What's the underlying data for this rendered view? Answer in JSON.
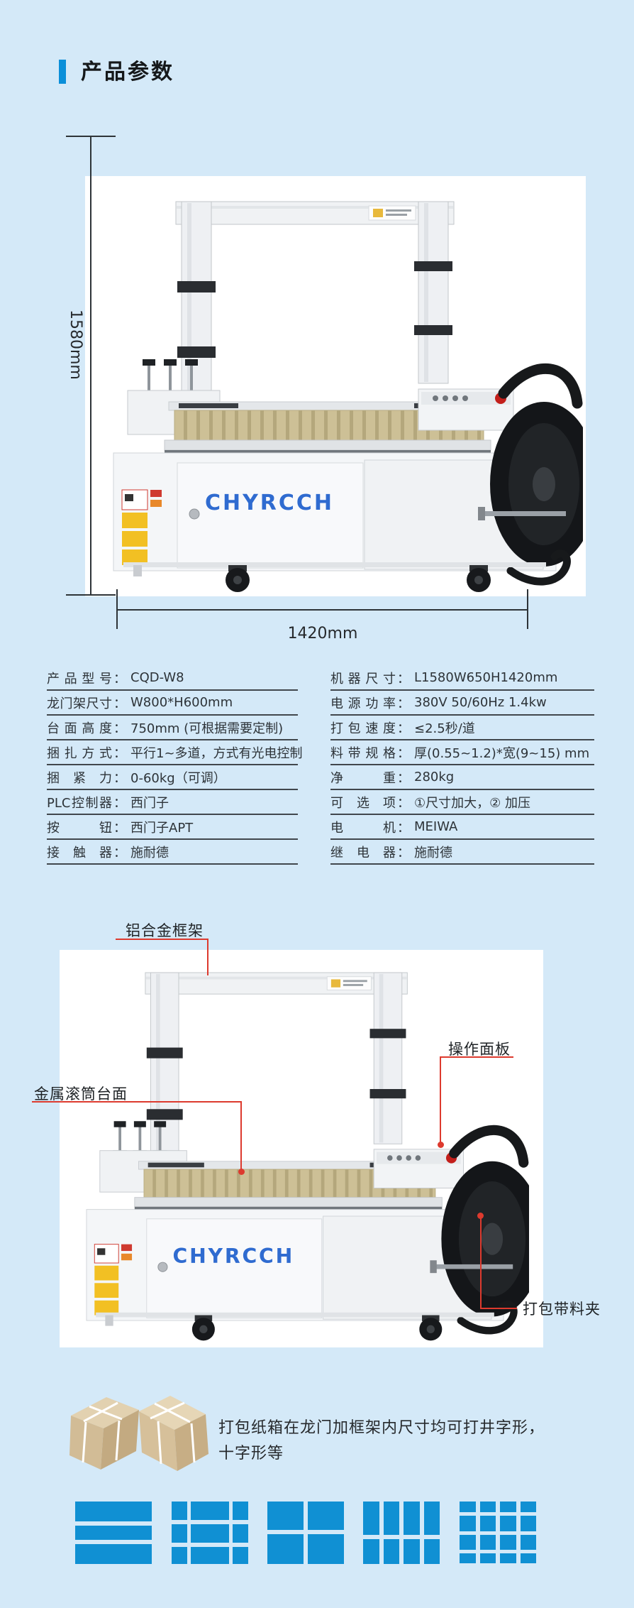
{
  "header": {
    "title": "产品参数",
    "accent_color": "#0a8fd9"
  },
  "brand": {
    "logo": "CHYRCCH",
    "logo_color": "#2f6bd0"
  },
  "dims": {
    "height": "1580mm",
    "width": "1420mm"
  },
  "spec_table": {
    "separator": "：",
    "left": [
      {
        "label": "产品型号",
        "value": "CQD-W8"
      },
      {
        "label": "龙门架尺寸",
        "value": "W800*H600mm"
      },
      {
        "label": "台面高度",
        "value": "750mm (可根据需要定制)"
      },
      {
        "label": "捆扎方式",
        "value": "平行1~多道，方式有光电控制"
      },
      {
        "label": "捆紧力",
        "value": "0-60kg（可调）"
      },
      {
        "label": "PLC控制器",
        "value": "西门子"
      },
      {
        "label": "按钮",
        "value": "西门子APT"
      },
      {
        "label": "接触器",
        "value": "施耐德"
      }
    ],
    "right": [
      {
        "label": "机器尺寸",
        "value": "L1580W650H1420mm"
      },
      {
        "label": "电源功率",
        "value": "380V 50/60Hz 1.4kw"
      },
      {
        "label": "打包速度",
        "value": "≤2.5秒/道"
      },
      {
        "label": "料带规格",
        "value": "厚(0.55~1.2)*宽(9~15) mm"
      },
      {
        "label": "净重",
        "value": "280kg"
      },
      {
        "label": "可选项",
        "value": "①尺寸加大，② 加压"
      },
      {
        "label": "电机",
        "value": "MEIWA"
      },
      {
        "label": "继电器",
        "value": "施耐德"
      }
    ]
  },
  "callouts": {
    "line_color": "#dd3a2e",
    "frame": "铝合金框架",
    "panel": "操作面板",
    "roller_table": "金属滚筒台面",
    "strap_clamp": "打包带料夹"
  },
  "note": {
    "line1": "打包纸箱在龙门加框架内尺寸均可打井字形，",
    "line2": "十字形等"
  },
  "pattern_icons": {
    "color": "#1090d3",
    "items": [
      "horizontal-straps-icon",
      "well-pattern-straps-icon",
      "cross-pattern-straps-icon",
      "vertical-straps-icon",
      "dense-grid-straps-icon"
    ]
  }
}
